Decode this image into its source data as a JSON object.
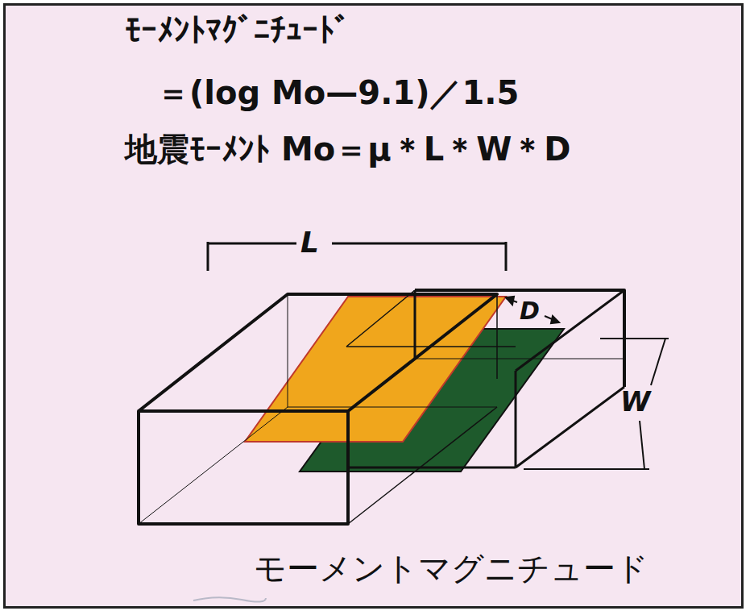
{
  "diagram": {
    "caption": "モーメントマグニチュード",
    "labels": [
      "ﾓｰﾒﾝﾄﾏｸﾞﾆﾁｭｰﾄﾞ",
      "＝(log Mo—9.1)／1.5",
      "地震ﾓｰﾒﾝﾄ Mo＝μ＊L＊W＊D",
      "L",
      "D",
      "W"
    ]
  }
}
